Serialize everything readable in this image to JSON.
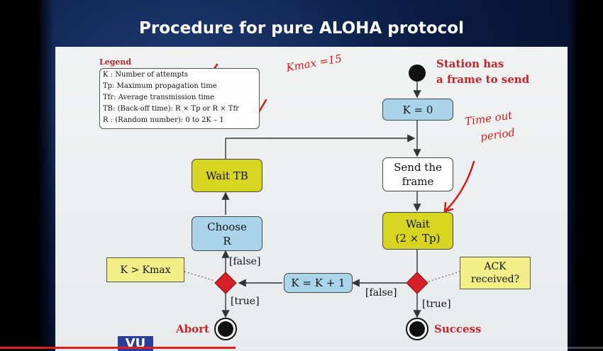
{
  "slide": {
    "title": "Procedure for pure ALOHA protocol"
  },
  "legend": {
    "title": "Legend",
    "items": [
      "K : Number of attempts",
      "Tp: Maximum propagation time",
      "Tfr: Average transmission time",
      "TB: (Back-off time): R × Tp or R × Tfr",
      "R : (Random number): 0 to 2K – 1"
    ]
  },
  "annotations": {
    "kmax": "Kmax =15",
    "timeout_line1": "Time out",
    "timeout_line2": "period"
  },
  "nodes": {
    "start_label_line1": "Station has",
    "start_label_line2": "a frame to send",
    "k_init": "K = 0",
    "send_line1": "Send the",
    "send_line2": "frame",
    "wait_line1": "Wait",
    "wait_line2": "(2 × Tp)",
    "wait_tb": "Wait TB",
    "choose_line1": "Choose",
    "choose_line2": "R",
    "increment": "K = K + 1",
    "ack_line1": "ACK",
    "ack_line2": "received?",
    "kmax_check": "K > Kmax",
    "abort": "Abort",
    "success": "Success"
  },
  "edge_labels": {
    "false_left": "[false]",
    "true_left": "[true]",
    "false_right": "[false]",
    "true_right": "[true]"
  },
  "footer": {
    "logo_text": "VU"
  },
  "video": {
    "progress": 0.39,
    "progress_color": "#e41e1e"
  },
  "colors": {
    "accent_red": "#c5232a",
    "box_yellow": "#d8d422",
    "box_blue": "#a9d4ea",
    "note_yellow": "#f2ef88"
  }
}
